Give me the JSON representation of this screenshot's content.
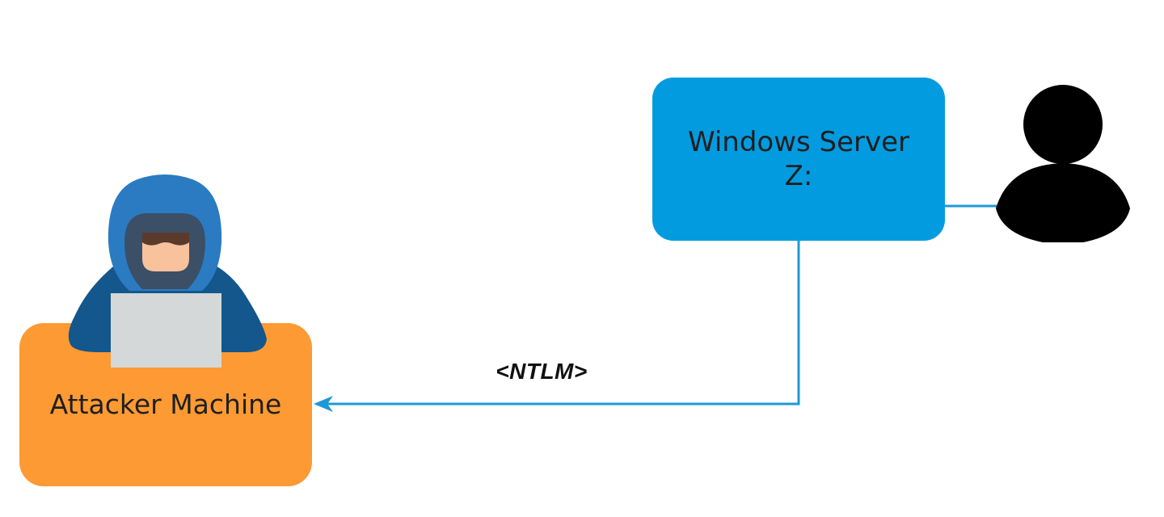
{
  "diagram": {
    "nodes": {
      "server": {
        "line1": "Windows Server",
        "line2": "Z:"
      },
      "attacker": {
        "label": "Attacker Machine"
      }
    },
    "edges": [
      {
        "from": "server",
        "to": "attacker",
        "label": "<NTLM>"
      },
      {
        "from": "user",
        "to": "server",
        "label": ""
      }
    ],
    "icons": {
      "attacker": "hacker-icon",
      "user": "user-icon"
    }
  },
  "colors": {
    "server_fill": "#039be0",
    "attacker_fill": "#fd9a33",
    "connector": "#1d9ad6",
    "user_icon": "#000000"
  }
}
